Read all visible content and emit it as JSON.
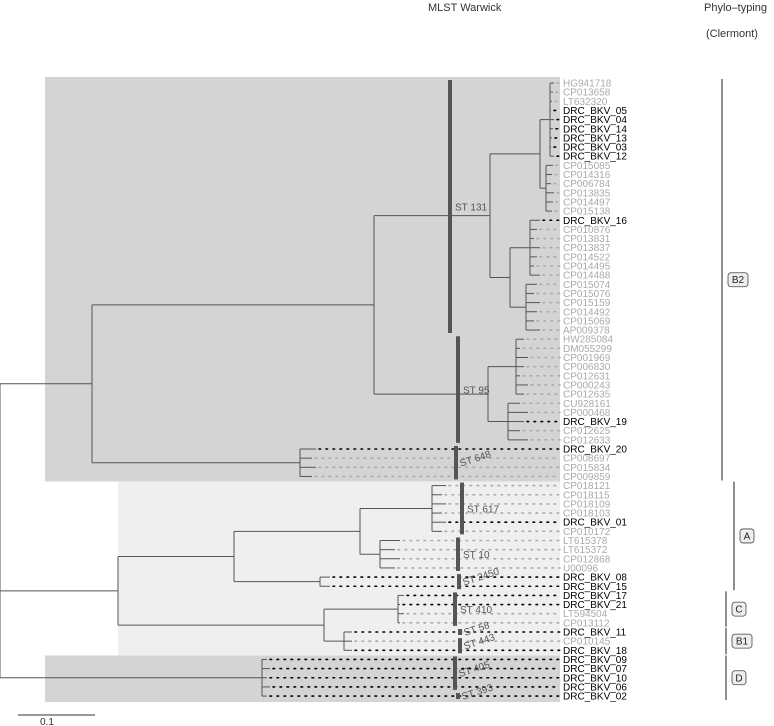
{
  "headers": {
    "mlst": "MLST Warwick",
    "phylo_line1": "Phylo–typing",
    "phylo_line2": "(Clermont)"
  },
  "scale": {
    "label": "0.1"
  },
  "colors": {
    "highlight": "#000000",
    "reference": "#aaaaaa",
    "shade_dark": "#d4d4d4",
    "shade_light": "#efefef",
    "branch": "#555555",
    "st_bar": "#555555"
  },
  "leaves": [
    {
      "label": "HG941718",
      "highlight": false
    },
    {
      "label": "CP013658",
      "highlight": false
    },
    {
      "label": "LT632320",
      "highlight": false
    },
    {
      "label": "DRC_BKV_05",
      "highlight": true
    },
    {
      "label": "DRC_BKV_04",
      "highlight": true
    },
    {
      "label": "DRC_BKV_14",
      "highlight": true
    },
    {
      "label": "DRC_BKV_13",
      "highlight": true
    },
    {
      "label": "DRC_BKV_03",
      "highlight": true
    },
    {
      "label": "DRC_BKV_12",
      "highlight": true
    },
    {
      "label": "CP015085",
      "highlight": false
    },
    {
      "label": "CP014316",
      "highlight": false
    },
    {
      "label": "CP006784",
      "highlight": false
    },
    {
      "label": "CP013835",
      "highlight": false
    },
    {
      "label": "CP014497",
      "highlight": false
    },
    {
      "label": "CP015138",
      "highlight": false
    },
    {
      "label": "DRC_BKV_16",
      "highlight": true
    },
    {
      "label": "CP010876",
      "highlight": false
    },
    {
      "label": "CP013831",
      "highlight": false
    },
    {
      "label": "CP013837",
      "highlight": false
    },
    {
      "label": "CP014522",
      "highlight": false
    },
    {
      "label": "CP014495",
      "highlight": false
    },
    {
      "label": "CP014488",
      "highlight": false
    },
    {
      "label": "CP015074",
      "highlight": false
    },
    {
      "label": "CP015076",
      "highlight": false
    },
    {
      "label": "CP015159",
      "highlight": false
    },
    {
      "label": "CP014492",
      "highlight": false
    },
    {
      "label": "CP015069",
      "highlight": false
    },
    {
      "label": "AP009378",
      "highlight": false
    },
    {
      "label": "HW285084",
      "highlight": false
    },
    {
      "label": "DM055299",
      "highlight": false
    },
    {
      "label": "CP001969",
      "highlight": false
    },
    {
      "label": "CP006830",
      "highlight": false
    },
    {
      "label": "CP012631",
      "highlight": false
    },
    {
      "label": "CP000243",
      "highlight": false
    },
    {
      "label": "CP012635",
      "highlight": false
    },
    {
      "label": "CU928161",
      "highlight": false
    },
    {
      "label": "CP000468",
      "highlight": false
    },
    {
      "label": "DRC_BKV_19",
      "highlight": true
    },
    {
      "label": "CP012625",
      "highlight": false
    },
    {
      "label": "CP012633",
      "highlight": false
    },
    {
      "label": "DRC_BKV_20",
      "highlight": true
    },
    {
      "label": "CP008697",
      "highlight": false
    },
    {
      "label": "CP015834",
      "highlight": false
    },
    {
      "label": "CP009859",
      "highlight": false
    },
    {
      "label": "CP018121",
      "highlight": false
    },
    {
      "label": "CP018115",
      "highlight": false
    },
    {
      "label": "CP018109",
      "highlight": false
    },
    {
      "label": "CP018103",
      "highlight": false
    },
    {
      "label": "DRC_BKV_01",
      "highlight": true
    },
    {
      "label": "CP010172",
      "highlight": false
    },
    {
      "label": "LT615378",
      "highlight": false
    },
    {
      "label": "LT615372",
      "highlight": false
    },
    {
      "label": "CP012868",
      "highlight": false
    },
    {
      "label": "U00096",
      "highlight": false
    },
    {
      "label": "DRC_BKV_08",
      "highlight": true
    },
    {
      "label": "DRC_BKV_15",
      "highlight": true
    },
    {
      "label": "DRC_BKV_17",
      "highlight": true
    },
    {
      "label": "DRC_BKV_21",
      "highlight": true
    },
    {
      "label": "LT594504",
      "highlight": false
    },
    {
      "label": "CP013112",
      "highlight": false
    },
    {
      "label": "DRC_BKV_11",
      "highlight": true
    },
    {
      "label": "CP010145",
      "highlight": false
    },
    {
      "label": "DRC_BKV_18",
      "highlight": true
    },
    {
      "label": "DRC_BKV_09",
      "highlight": true
    },
    {
      "label": "DRC_BKV_07",
      "highlight": true
    },
    {
      "label": "DRC_BKV_10",
      "highlight": true
    },
    {
      "label": "DRC_BKV_06",
      "highlight": true
    },
    {
      "label": "DRC_BKV_02",
      "highlight": true
    }
  ],
  "sequence_types": [
    {
      "label": "ST 131",
      "from": 0,
      "to": 27
    },
    {
      "label": "ST 95",
      "from": 28,
      "to": 39
    },
    {
      "label": "ST 648",
      "from": 40,
      "to": 43
    },
    {
      "label": "ST 617",
      "from": 44,
      "to": 49
    },
    {
      "label": "ST 10",
      "from": 50,
      "to": 53
    },
    {
      "label": "ST 2450",
      "from": 54,
      "to": 55
    },
    {
      "label": "ST 410",
      "from": 56,
      "to": 59
    },
    {
      "label": "ST 58",
      "from": 60,
      "to": 60
    },
    {
      "label": "ST 443",
      "from": 61,
      "to": 62
    },
    {
      "label": "ST 405",
      "from": 63,
      "to": 66
    },
    {
      "label": "ST 393",
      "from": 67,
      "to": 67
    }
  ],
  "phylogroups": [
    {
      "label": "B2",
      "from": 0,
      "to": 43
    },
    {
      "label": "A",
      "from": 44,
      "to": 55
    },
    {
      "label": "C",
      "from": 56,
      "to": 59
    },
    {
      "label": "B1",
      "from": 60,
      "to": 62
    },
    {
      "label": "D",
      "from": 63,
      "to": 67
    }
  ]
}
